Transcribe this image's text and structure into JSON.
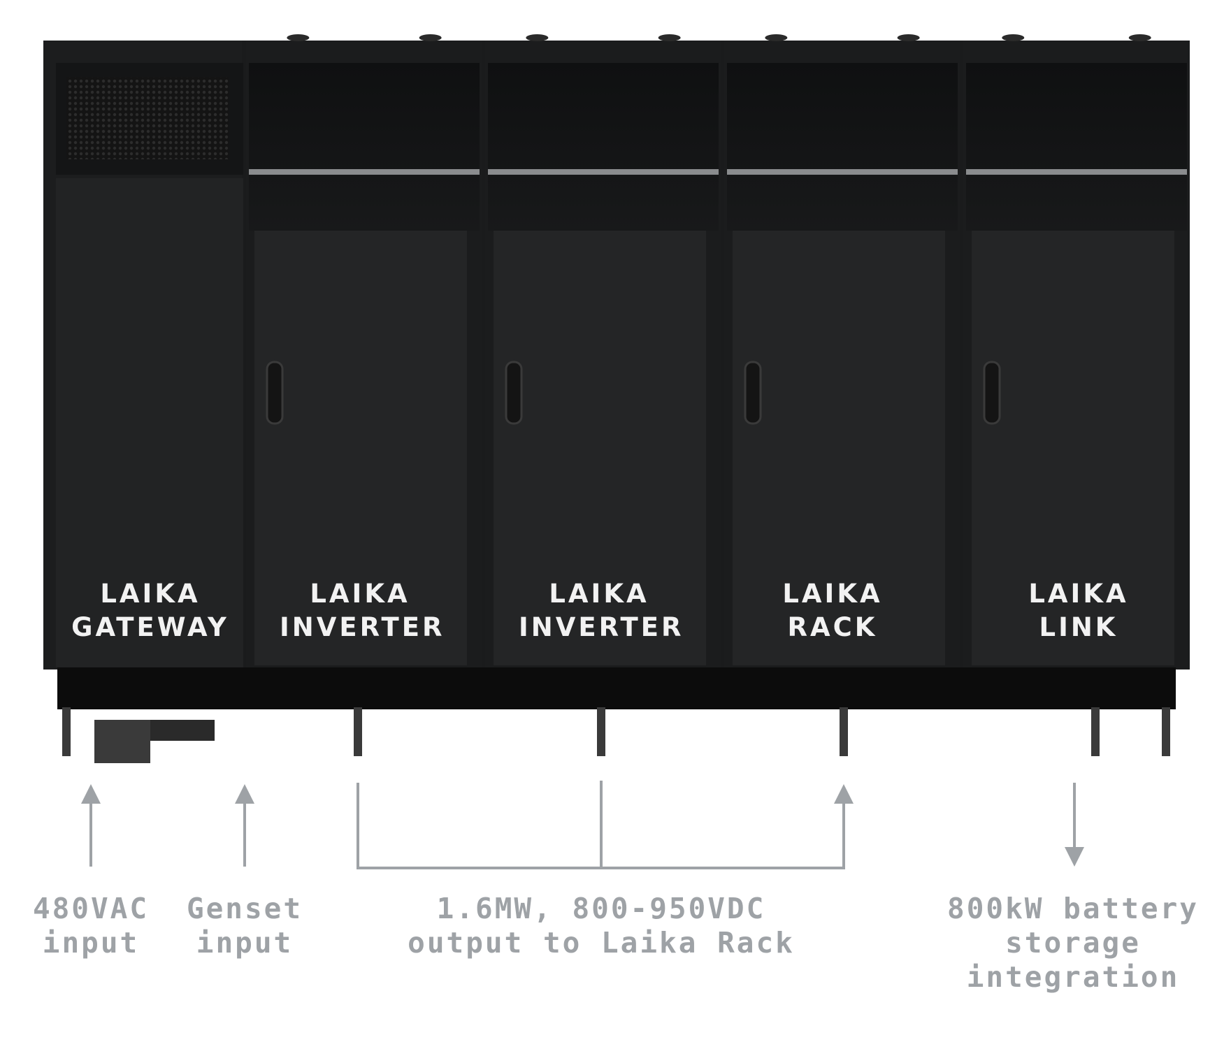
{
  "colors": {
    "cabinet": "#1e1f20",
    "cabinet_top": "#151617",
    "door": "#262728",
    "base": "#0c0c0c",
    "trim": "#8a8c8e",
    "arrow": "#9ea2a6",
    "label_text": "#f2f2f2",
    "io_text": "#9ea2a6"
  },
  "units": [
    {
      "id": "gateway",
      "line1": "LAIKA",
      "line2": "GATEWAY"
    },
    {
      "id": "inverter-1",
      "line1": "LAIKA",
      "line2": "INVERTER"
    },
    {
      "id": "inverter-2",
      "line1": "LAIKA",
      "line2": "INVERTER"
    },
    {
      "id": "rack",
      "line1": "LAIKA",
      "line2": "RACK"
    },
    {
      "id": "link",
      "line1": "LAIKA",
      "line2": "LINK"
    }
  ],
  "io": {
    "ac_input": {
      "line1": "480VAC",
      "line2": "input"
    },
    "genset_input": {
      "line1": "Genset",
      "line2": "input"
    },
    "dc_output": {
      "line1": "1.6MW, 800-950VDC",
      "line2": "output to Laika Rack"
    },
    "battery": {
      "line1": "800kW battery",
      "line2": "storage",
      "line3": "integration"
    }
  },
  "icons": {
    "door_handle": "door-handle-icon",
    "up_arrow": "up-arrow-icon",
    "down_arrow": "down-arrow-icon",
    "vent": "vent-grille-icon"
  }
}
